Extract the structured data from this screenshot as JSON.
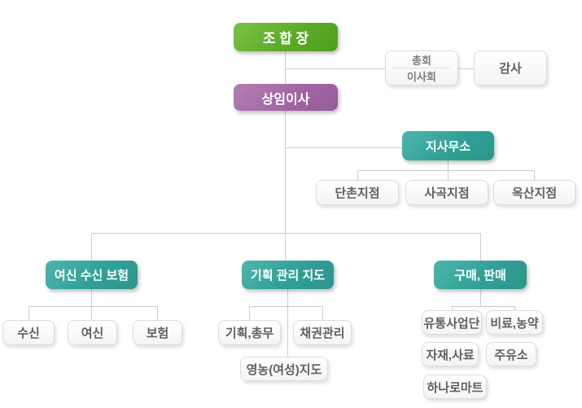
{
  "colors": {
    "green": "#5bab27",
    "purple": "#a266a5",
    "teal": "#31a096",
    "connector_line": "#cccccc",
    "white_box_border": "#dcdcdc",
    "white_box_text": "#5f5f5f"
  },
  "org": {
    "chairman": "조 합 장",
    "executive_director": "상임이사",
    "assembly": {
      "line1": "총회",
      "line2": "이사회"
    },
    "auditor": "감사",
    "branch_office": {
      "title": "지사무소",
      "children": [
        "단촌지점",
        "사곡지점",
        "옥산지점"
      ]
    },
    "departments": [
      {
        "title": "여신 수신 보험",
        "children": [
          "수신",
          "여신",
          "보험"
        ]
      },
      {
        "title": "기획 관리 지도",
        "children": [
          "기획,총무",
          "채권관리",
          "영농(여성)지도"
        ]
      },
      {
        "title": "구매, 판매",
        "children": [
          "유통사업단",
          "비료,농약",
          "자재,사료",
          "주유소",
          "하나로마트"
        ]
      }
    ]
  }
}
